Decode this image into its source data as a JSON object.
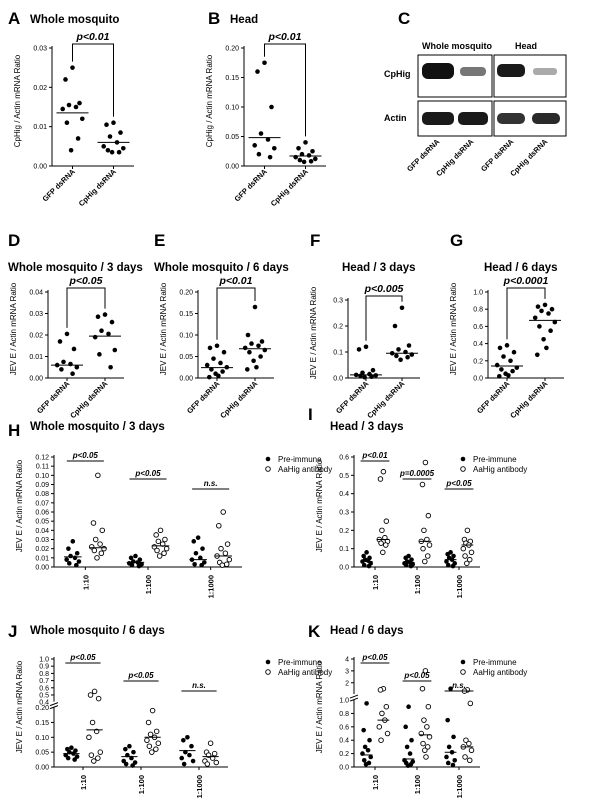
{
  "chart_data": [
    {
      "id": "A",
      "type": "scatter",
      "panel_label": "A",
      "title": "Whole mosquito",
      "ylabel": "CpHig / Actin mRNA Ratio",
      "categories": [
        "GFP dsRNA",
        "CpHig dsRNA"
      ],
      "ylim": [
        0,
        0.03
      ],
      "yticks": [
        "0.00",
        "0.01",
        "0.02",
        "0.03"
      ],
      "yvals": [
        0,
        0.01,
        0.02,
        0.03
      ],
      "series": [
        {
          "values": [
            0.025,
            0.022,
            0.016,
            0.0155,
            0.015,
            0.0145,
            0.012,
            0.011,
            0.007,
            0.004
          ]
        },
        {
          "values": [
            0.011,
            0.0105,
            0.0085,
            0.0075,
            0.006,
            0.005,
            0.0045,
            0.004,
            0.0035,
            0.0035
          ]
        }
      ],
      "medians": [
        0.0135,
        0.006
      ],
      "sig": "p<0.01",
      "yscale": "linear"
    },
    {
      "id": "B",
      "type": "scatter",
      "panel_label": "B",
      "title": "Head",
      "ylabel": "CpHig / Actin mRNA Ratio",
      "categories": [
        "GFP dsRNA",
        "CpHig dsRNA"
      ],
      "ylim": [
        0,
        0.2
      ],
      "yticks": [
        "0.00",
        "0.05",
        "0.10",
        "0.15",
        "0.20"
      ],
      "yvals": [
        0,
        0.05,
        0.1,
        0.15,
        0.2
      ],
      "series": [
        {
          "values": [
            0.175,
            0.16,
            0.1,
            0.055,
            0.045,
            0.035,
            0.03,
            0.02,
            0.015
          ]
        },
        {
          "values": [
            0.04,
            0.03,
            0.025,
            0.02,
            0.018,
            0.015,
            0.012,
            0.01,
            0.008,
            0.007
          ]
        }
      ],
      "medians": [
        0.048,
        0.017
      ],
      "sig": "p<0.01",
      "yscale": "linear"
    },
    {
      "id": "D",
      "type": "scatter",
      "panel_label": "D",
      "title": "Whole mosquito / 3 days",
      "ylabel": "JEV E / Actin mRNA Ratio",
      "categories": [
        "GFP dsRNA",
        "CpHig dsRNA"
      ],
      "ylim": [
        0,
        0.04
      ],
      "yticks": [
        "0.00",
        "0.01",
        "0.02",
        "0.03",
        "0.04"
      ],
      "yvals": [
        0,
        0.01,
        0.02,
        0.03,
        0.04
      ],
      "series": [
        {
          "values": [
            0.0205,
            0.017,
            0.0135,
            0.0075,
            0.0065,
            0.006,
            0.005,
            0.004,
            0.002
          ]
        },
        {
          "values": [
            0.0295,
            0.0285,
            0.026,
            0.022,
            0.0205,
            0.019,
            0.013,
            0.011,
            0.005
          ]
        }
      ],
      "medians": [
        0.006,
        0.0195
      ],
      "sig": "p<0.05",
      "yscale": "linear"
    },
    {
      "id": "E",
      "type": "scatter",
      "panel_label": "E",
      "title": "Whole mosquito / 6 days",
      "ylabel": "JEV E / Actin mRNA Ratio",
      "categories": [
        "GFP dsRNA",
        "CpHig dsRNA"
      ],
      "ylim": [
        0,
        0.2
      ],
      "yticks": [
        "0.00",
        "0.05",
        "0.10",
        "0.15",
        "0.20"
      ],
      "yvals": [
        0,
        0.05,
        0.1,
        0.15,
        0.2
      ],
      "series": [
        {
          "values": [
            0.075,
            0.07,
            0.06,
            0.045,
            0.035,
            0.03,
            0.025,
            0.02,
            0.015,
            0.01,
            0.005,
            0.002
          ]
        },
        {
          "values": [
            0.165,
            0.1,
            0.085,
            0.08,
            0.075,
            0.07,
            0.065,
            0.06,
            0.05,
            0.04,
            0.025,
            0.02
          ]
        }
      ],
      "medians": [
        0.024,
        0.068
      ],
      "sig": "p<0.01",
      "yscale": "linear"
    },
    {
      "id": "F",
      "type": "scatter",
      "panel_label": "F",
      "title": "Head / 3 days",
      "ylabel": "JEV E / Actin mRNA Ratio",
      "categories": [
        "GFP dsRNA",
        "CpHig dsRNA"
      ],
      "ylim": [
        0,
        0.3
      ],
      "yticks": [
        "0.0",
        "0.1",
        "0.2",
        "0.3"
      ],
      "yvals": [
        0,
        0.1,
        0.2,
        0.3
      ],
      "series": [
        {
          "values": [
            0.12,
            0.11,
            0.03,
            0.02,
            0.015,
            0.012,
            0.01,
            0.008,
            0.005,
            0.003
          ]
        },
        {
          "values": [
            0.27,
            0.2,
            0.125,
            0.11,
            0.1,
            0.095,
            0.09,
            0.085,
            0.08,
            0.07
          ]
        }
      ],
      "medians": [
        0.012,
        0.095
      ],
      "sig": "p<0.005",
      "yscale": "linear"
    },
    {
      "id": "G",
      "type": "scatter",
      "panel_label": "G",
      "title": "Head / 6 days",
      "ylabel": "JEV E / Actin mRNA Ratio",
      "categories": [
        "GFP dsRNA",
        "CpHig dsRNA"
      ],
      "ylim": [
        0,
        1.0
      ],
      "yticks": [
        "0.0",
        "0.2",
        "0.4",
        "0.6",
        "0.8",
        "1.0"
      ],
      "yvals": [
        0,
        0.2,
        0.4,
        0.6,
        0.8,
        1.0
      ],
      "series": [
        {
          "values": [
            0.38,
            0.35,
            0.3,
            0.25,
            0.2,
            0.15,
            0.12,
            0.1,
            0.08,
            0.05,
            0.03,
            0.02
          ]
        },
        {
          "values": [
            0.85,
            0.83,
            0.8,
            0.78,
            0.75,
            0.7,
            0.65,
            0.6,
            0.55,
            0.45,
            0.35,
            0.27
          ]
        }
      ],
      "medians": [
        0.14,
        0.67
      ],
      "sig": "p<0.0001",
      "yscale": "linear"
    },
    {
      "id": "H",
      "type": "scatter",
      "panel_label": "H",
      "title": "Whole mosquito / 3 days",
      "ylabel": "JEV E / Actin mRNA Ratio",
      "categories": [
        "1:10",
        "1:100",
        "1:1000"
      ],
      "ylim": [
        0,
        0.12
      ],
      "yticks": [
        "0.00",
        "0.01",
        "0.02",
        "0.03",
        "0.04",
        "0.05",
        "0.06",
        "0.07",
        "0.08",
        "0.09",
        "0.10",
        "0.11",
        "0.12"
      ],
      "yvals": [
        0,
        0.01,
        0.02,
        0.03,
        0.04,
        0.05,
        0.06,
        0.07,
        0.08,
        0.09,
        0.1,
        0.11,
        0.12
      ],
      "series": [
        {
          "name": "Pre-immune",
          "marker": "filled",
          "values": [
            [
              0.028,
              0.02,
              0.015,
              0.012,
              0.01,
              0.008,
              0.006,
              0.004,
              0.002
            ],
            [
              0.012,
              0.01,
              0.008,
              0.006,
              0.005,
              0.004,
              0.003,
              0.002,
              0.001
            ],
            [
              0.032,
              0.028,
              0.02,
              0.015,
              0.01,
              0.008,
              0.005,
              0.003,
              0.002
            ]
          ]
        },
        {
          "name": "AaHig antibody",
          "marker": "open",
          "values": [
            [
              0.1,
              0.048,
              0.04,
              0.03,
              0.025,
              0.022,
              0.02,
              0.018,
              0.015,
              0.01
            ],
            [
              0.04,
              0.035,
              0.03,
              0.028,
              0.025,
              0.022,
              0.02,
              0.018,
              0.015,
              0.012
            ],
            [
              0.06,
              0.045,
              0.025,
              0.02,
              0.015,
              0.012,
              0.008,
              0.005,
              0.003,
              0.002
            ]
          ]
        }
      ],
      "medians": [
        [
          0.011,
          0.021
        ],
        [
          0.005,
          0.023
        ],
        [
          0.008,
          0.012
        ]
      ],
      "sig": [
        "p<0.05",
        "p<0.05",
        "n.s."
      ],
      "yscale": "linear"
    },
    {
      "id": "I",
      "type": "scatter",
      "panel_label": "I",
      "title": "Head / 3 days",
      "ylabel": "JEV E / Actin mRNA Ratio",
      "categories": [
        "1:10",
        "1:100",
        "1:1000"
      ],
      "ylim": [
        0,
        0.6
      ],
      "yticks": [
        "0.0",
        "0.1",
        "0.2",
        "0.3",
        "0.4",
        "0.5",
        "0.6"
      ],
      "yvals": [
        0,
        0.1,
        0.2,
        0.3,
        0.4,
        0.5,
        0.6
      ],
      "series": [
        {
          "name": "Pre-immune",
          "marker": "filled",
          "values": [
            [
              0.08,
              0.06,
              0.05,
              0.04,
              0.035,
              0.03,
              0.02,
              0.01,
              0.005
            ],
            [
              0.06,
              0.05,
              0.04,
              0.03,
              0.025,
              0.02,
              0.015,
              0.01,
              0.005
            ],
            [
              0.08,
              0.07,
              0.06,
              0.05,
              0.04,
              0.03,
              0.02,
              0.01,
              0.005
            ]
          ]
        },
        {
          "name": "AaHig antibody",
          "marker": "open",
          "values": [
            [
              0.52,
              0.48,
              0.25,
              0.2,
              0.16,
              0.15,
              0.14,
              0.13,
              0.12,
              0.08
            ],
            [
              0.57,
              0.45,
              0.28,
              0.2,
              0.15,
              0.14,
              0.12,
              0.1,
              0.06,
              0.03
            ],
            [
              0.2,
              0.15,
              0.14,
              0.13,
              0.12,
              0.1,
              0.08,
              0.06,
              0.04,
              0.02
            ]
          ]
        }
      ],
      "medians": [
        [
          0.03,
          0.15
        ],
        [
          0.025,
          0.14
        ],
        [
          0.04,
          0.12
        ]
      ],
      "sig": [
        "p<0.01",
        "p=0.0005",
        "p<0.05"
      ],
      "yscale": "linear"
    },
    {
      "id": "J",
      "type": "scatter",
      "panel_label": "J",
      "title": "Whole mosquito / 6 days",
      "ylabel": "JEV E / Actin mRNA Ratio",
      "categories": [
        "1:10",
        "1:100",
        "1:1000"
      ],
      "ylim": [
        0,
        1.0
      ],
      "yticks": [
        "0.00",
        "0.05",
        "0.10",
        "0.15",
        "0.20",
        "0.4",
        "0.5",
        "0.6",
        "0.7",
        "0.8",
        "0.9",
        "1.0"
      ],
      "yvals": [
        0,
        0.05,
        0.1,
        0.15,
        0.2,
        0.4,
        0.5,
        0.6,
        0.7,
        0.8,
        0.9,
        1.0
      ],
      "series": [
        {
          "name": "Pre-immune",
          "marker": "filled",
          "values": [
            [
              0.065,
              0.06,
              0.055,
              0.05,
              0.045,
              0.04,
              0.035,
              0.03,
              0.025
            ],
            [
              0.07,
              0.06,
              0.05,
              0.04,
              0.03,
              0.02,
              0.015,
              0.01,
              0.005
            ],
            [
              0.1,
              0.09,
              0.07,
              0.05,
              0.04,
              0.03,
              0.02,
              0.01
            ]
          ]
        },
        {
          "name": "AaHig antibody",
          "marker": "open",
          "values": [
            [
              0.55,
              0.5,
              0.45,
              0.15,
              0.12,
              0.1,
              0.05,
              0.04,
              0.03,
              0.02
            ],
            [
              0.19,
              0.15,
              0.12,
              0.11,
              0.1,
              0.09,
              0.08,
              0.07,
              0.06,
              0.05
            ],
            [
              0.08,
              0.05,
              0.045,
              0.04,
              0.03,
              0.02,
              0.015,
              0.01
            ]
          ]
        }
      ],
      "medians": [
        [
          0.045,
          0.125
        ],
        [
          0.035,
          0.1
        ],
        [
          0.055,
          0.035
        ]
      ],
      "sig": [
        "p<0.05",
        "p<0.05",
        "n.s."
      ],
      "yscale": "broken"
    },
    {
      "id": "K",
      "type": "scatter",
      "panel_label": "K",
      "title": "Head / 6 days",
      "ylabel": "JEV E / Actin mRNA Ratio",
      "categories": [
        "1:10",
        "1:100",
        "1:1000"
      ],
      "ylim": [
        0,
        4
      ],
      "yticks": [
        "0.0",
        "0.2",
        "0.4",
        "0.6",
        "0.8",
        "1.0",
        "2",
        "3",
        "4"
      ],
      "yvals": [
        0,
        0.2,
        0.4,
        0.6,
        0.8,
        1.0,
        2,
        3,
        4
      ],
      "series": [
        {
          "name": "Pre-immune",
          "marker": "filled",
          "values": [
            [
              0.95,
              0.55,
              0.4,
              0.3,
              0.25,
              0.2,
              0.15,
              0.1,
              0.06,
              0.04
            ],
            [
              0.9,
              0.6,
              0.4,
              0.3,
              0.2,
              0.1,
              0.08,
              0.06,
              0.04,
              0.02
            ],
            [
              1.5,
              0.7,
              0.45,
              0.3,
              0.22,
              0.15,
              0.1,
              0.06,
              0.03
            ]
          ]
        },
        {
          "name": "AaHig antibody",
          "marker": "open",
          "values": [
            [
              1.5,
              1.4,
              0.9,
              0.8,
              0.7,
              0.6,
              0.5,
              0.4
            ],
            [
              3.0,
              1.5,
              0.9,
              0.7,
              0.6,
              0.5,
              0.45,
              0.35,
              0.3,
              0.25,
              0.15
            ],
            [
              1.4,
              1.3,
              0.95,
              0.4,
              0.35,
              0.3,
              0.25,
              0.15,
              0.1
            ]
          ]
        }
      ],
      "medians": [
        [
          0.18,
          0.7
        ],
        [
          0.12,
          0.48
        ],
        [
          0.22,
          0.3
        ]
      ],
      "sig": [
        "p<0.05",
        "p<0.05",
        "n.s."
      ],
      "yscale": "broken"
    }
  ],
  "blot": {
    "panel_label": "C",
    "groups": [
      "Whole mosquito",
      "Head"
    ],
    "rows": [
      "CpHig",
      "Actin"
    ],
    "lanes": [
      "GFP dsRNA",
      "CpHig dsRNA",
      "GFP dsRNA",
      "CpHig dsRNA"
    ]
  },
  "legend": {
    "pre_immune": "Pre-immune",
    "antibody": "AaHig antibody"
  }
}
